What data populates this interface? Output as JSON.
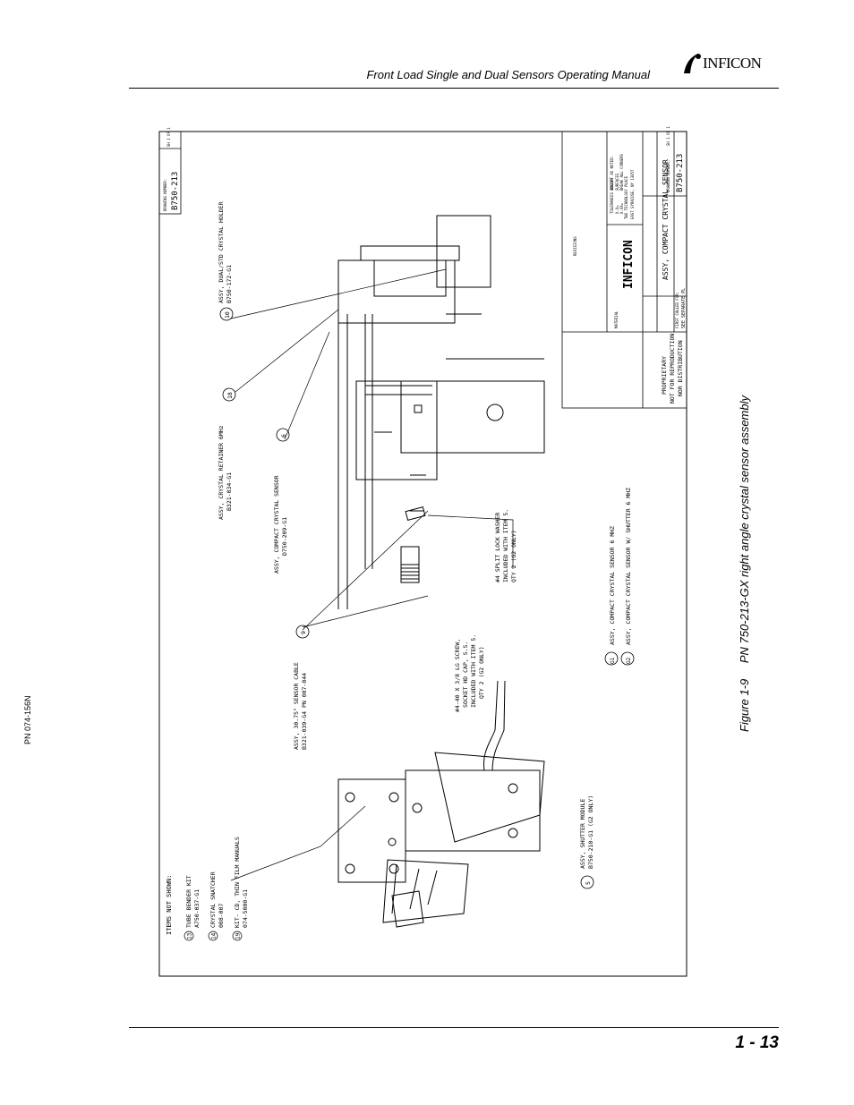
{
  "header": {
    "title": "Front Load Single and Dual Sensors Operating Manual",
    "logo": "INFICON"
  },
  "side": {
    "part_number": "PN 074-156N"
  },
  "figure": {
    "number": "Figure 1-9",
    "caption": "PN 750-213-GX right angle crystal sensor assembly"
  },
  "footer": {
    "page": "1 - 13"
  },
  "drawing": {
    "items_not_shown": {
      "heading": "ITEMS NOT SHOWN:",
      "items": [
        {
          "num": "13",
          "name": "TUBE BENDER KIT",
          "pn": "A750-037-G1"
        },
        {
          "num": "14",
          "name": "CRYSTAL SNATCHER",
          "pn": "008-007"
        },
        {
          "num": "19",
          "name": "KIT- CD, THIN FILM MANUALS",
          "pn": "074-5000-G1"
        }
      ]
    },
    "callouts": [
      {
        "num": "10",
        "l1": "ASSY, DUAL/STD CRYSTAL HOLDER",
        "l2": "B750-172-G1"
      },
      {
        "num": "18",
        "l1": "ASSY, CRYSTAL RETAINER 6MHz",
        "l2": "B321-034-G1"
      },
      {
        "num": "6",
        "l1": "ASSY, COMPACT CRYSTAL SENSOR",
        "l2": "D750-209-G1"
      },
      {
        "num": "9",
        "l1": "ASSY, 30.75\" SENSOR CABLE",
        "l2": "B321-039-G4   PN 007-044"
      },
      {
        "num": "5",
        "l1": "ASSY, SHUTTER MODULE",
        "l2": "B750-210-G1  (G2 ONLY)"
      }
    ],
    "washer": [
      "#4 SPLIT LOCK WASHER",
      "INCLUDED WITH ITEM 5.",
      "QTY 2 (G2 ONLY)"
    ],
    "screw": [
      "#4-40 X 3/8 LG SCREW,",
      "SOCKET HD CAP, S.S.",
      "INCLUDED WITH ITEM 5.",
      "QTY 2 (G2 ONLY)"
    ],
    "groups": [
      {
        "id": "G1",
        "desc": "ASSY, COMPACT CRYSTAL SENSOR   6 MHZ"
      },
      {
        "id": "G2",
        "desc": "ASSY, COMPACT CRYSTAL SENSOR W/ SHUTTER   6 MHZ"
      }
    ],
    "drawing_number_label": "DRAWING NUMBER:",
    "drawing_number": "B750-213",
    "sheet": "SH 1 OF 1",
    "title_block": {
      "proprietary": [
        "PROPRIETARY",
        "NOT FOR REPRODUCTION",
        "NOR DISTRIBUTION"
      ],
      "title": "ASSY, COMPACT CRYSTAL SENSOR",
      "first_called": "FIRST CALLED FOR:",
      "see_separate": "SEE SEPARATE PL",
      "address": [
        "TWO TECHNOLOGY PLACE",
        "EAST SYRACUSE, NY 13057"
      ],
      "revisions": "REVISIONS",
      "material": "MATERIAL",
      "tolerances": [
        "TOLERANCES EXCEPT AS NOTED:",
        "X.X=",
        "X.XX=",
        "ANGLES",
        "SURFACES",
        "BREAK ALL CORNERS"
      ],
      "logo": "INFICON"
    }
  }
}
